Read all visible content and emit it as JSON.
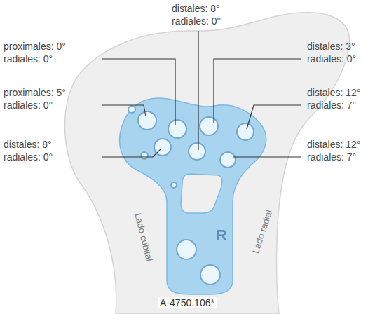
{
  "diagram": {
    "caption": "A-4750.106*",
    "labels": [
      "distales: 8°",
      "radiales: 0°",
      "proximales: 0°",
      "radiales: 0°",
      "proximales: 5°",
      "radiales: 0°",
      "distales: 8°",
      "radiales: 0°",
      "distales: 3°",
      "radiales: 0°",
      "distales: 12°",
      "radiales: 7°",
      "distales: 12°",
      "radiales: 7°",
      "Lado cubital",
      "Lado radial",
      "R"
    ]
  }
}
